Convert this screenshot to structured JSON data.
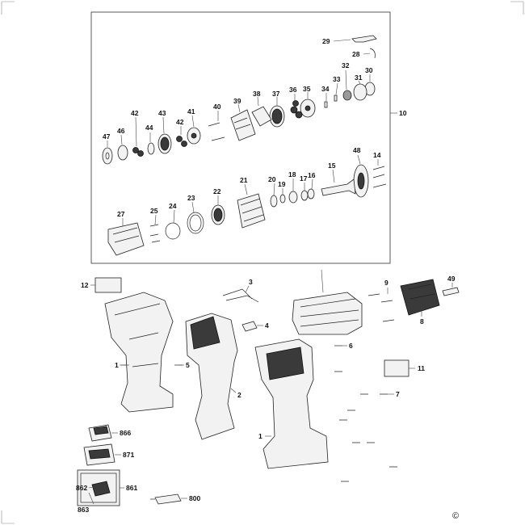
{
  "labels": {
    "p29": "29",
    "p28": "28",
    "p32": "32",
    "p30": "30",
    "p31": "31",
    "p33": "33",
    "p34": "34",
    "p35": "35",
    "p36": "36",
    "p37": "37",
    "p38": "38",
    "p39": "39",
    "p40": "40",
    "p41": "41",
    "p42a": "42",
    "p43": "43",
    "p42b": "42",
    "p44": "44",
    "p46": "46",
    "p47": "47",
    "p10": "10",
    "p48": "48",
    "p14": "14",
    "p15": "15",
    "p16": "16",
    "p17": "17",
    "p18": "18",
    "p19": "19",
    "p20": "20",
    "p21": "21",
    "p22": "22",
    "p23": "23",
    "p24": "24",
    "p25": "25",
    "p27": "27",
    "p12": "12",
    "p3": "3",
    "p9": "9",
    "p49": "49",
    "p8": "8",
    "p4": "4",
    "p6": "6",
    "p1a": "1",
    "p5": "5",
    "p2": "2",
    "p11": "11",
    "p7": "7",
    "p1b": "1",
    "p866": "866",
    "p871": "871",
    "p862": "862",
    "p861": "861",
    "p863": "863",
    "p800": "800"
  },
  "copyright_symbol": "©"
}
